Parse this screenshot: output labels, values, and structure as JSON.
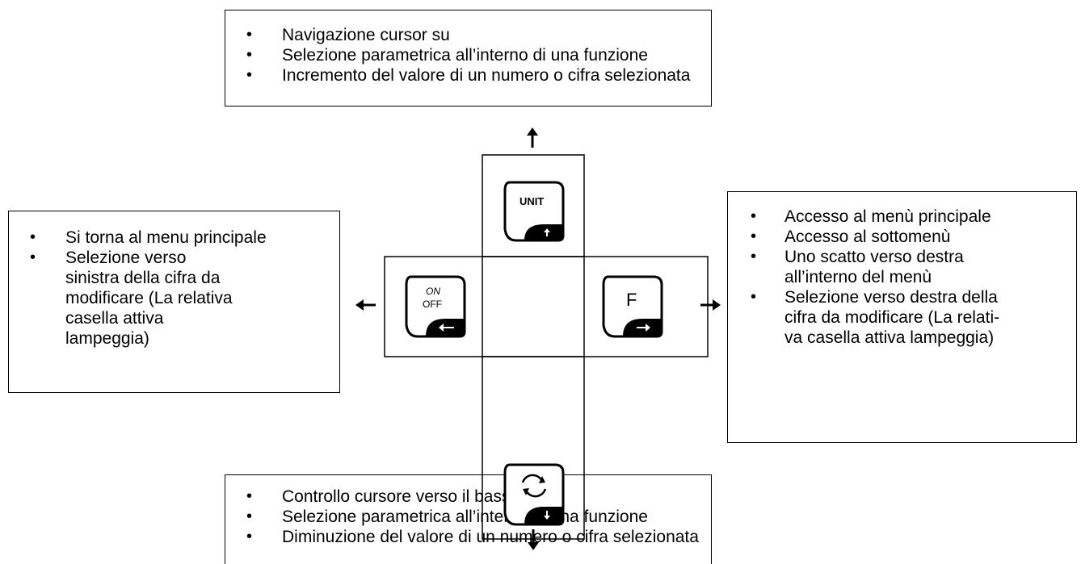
{
  "top_box": {
    "items": [
      "Navigazione cursor su",
      "Selezione parametrica all’interno di una funzione",
      "Incremento del valore di un numero o cifra selezionata"
    ]
  },
  "left_box": {
    "items": [
      "Si torna al menu principale",
      "Selezione verso sinistra della cifra da modificare (La relativa casella attiva lampeggia)"
    ]
  },
  "right_box": {
    "items": [
      "Accesso al menù principale",
      "Accesso al sottomenù",
      "Uno scatto verso destra all’interno del menù",
      "Selezione verso destra della cifra da modificare (La relati-va casella attiva lampeggia)"
    ]
  },
  "bottom_box": {
    "items": [
      "Controllo cursore verso il basso",
      "Selezione parametrica all’interno di una funzione",
      "Diminuzione del valore di un numero o cifra selezionata"
    ]
  },
  "keys": {
    "up": {
      "top_label": "UNIT",
      "icon": "arrow-up-icon"
    },
    "left": {
      "top_label_1": "ON",
      "top_label_2": "OFF",
      "icon": "arrow-left-icon"
    },
    "right": {
      "top_label": "F",
      "icon": "arrow-right-icon"
    },
    "down": {
      "top_icon": "refresh-icon",
      "icon": "arrow-down-icon"
    }
  }
}
